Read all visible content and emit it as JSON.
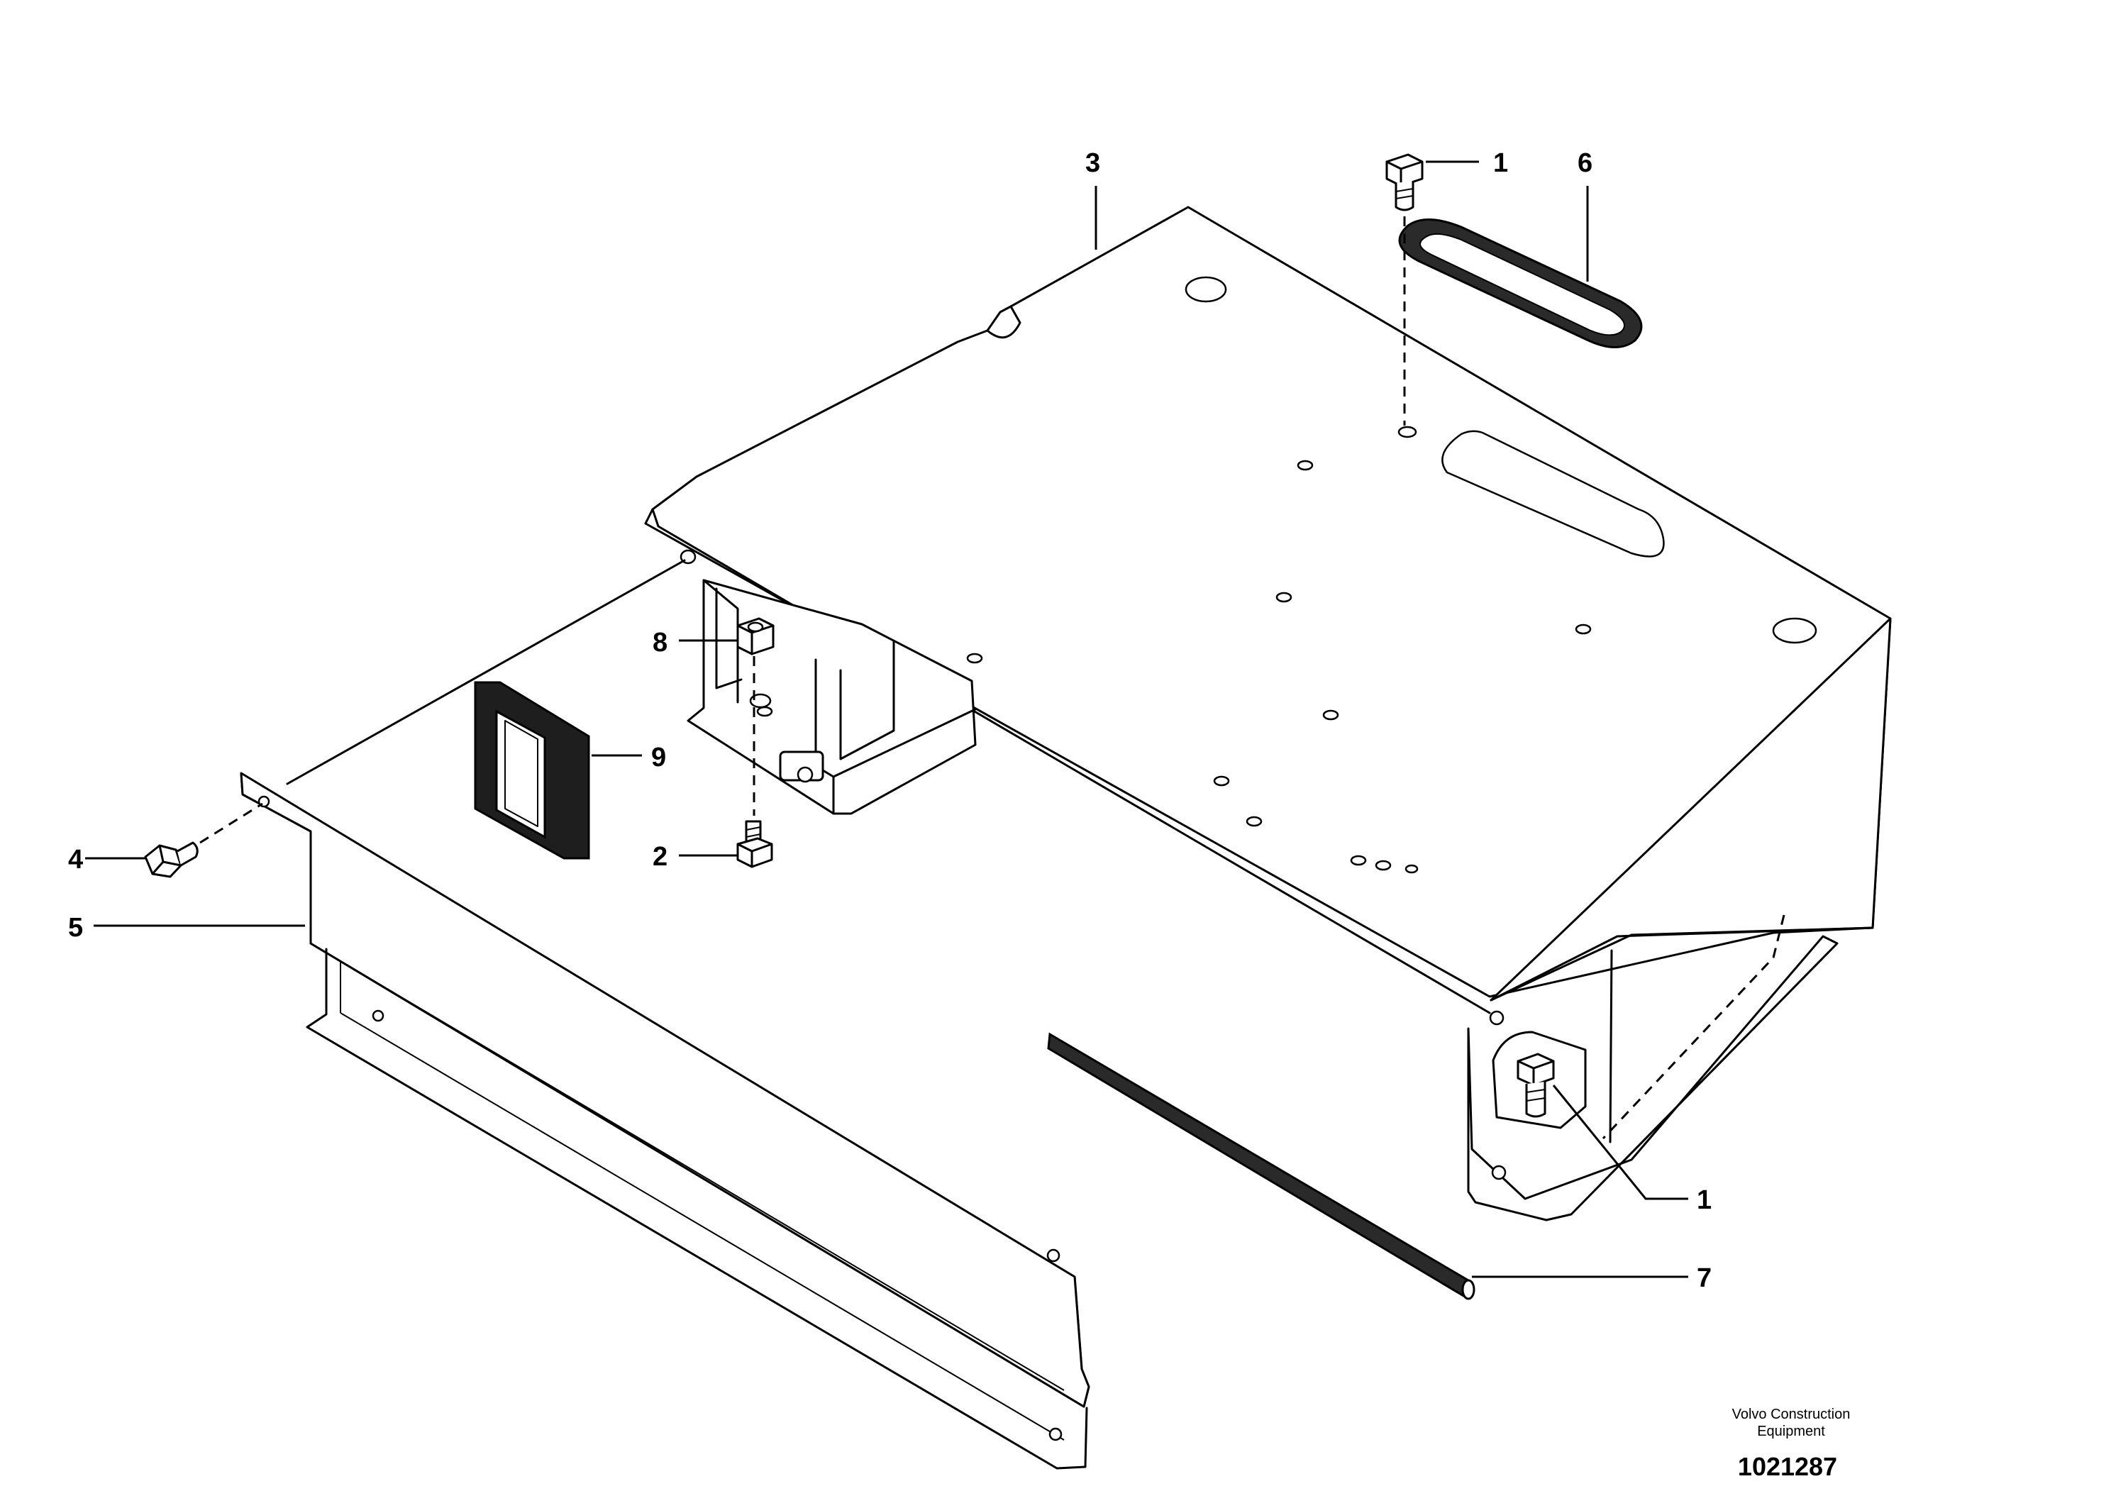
{
  "callouts": [
    {
      "id": "c1a",
      "label": "1"
    },
    {
      "id": "c6",
      "label": "6"
    },
    {
      "id": "c3",
      "label": "3"
    },
    {
      "id": "c8",
      "label": "8"
    },
    {
      "id": "c9",
      "label": "9"
    },
    {
      "id": "c2",
      "label": "2"
    },
    {
      "id": "c4",
      "label": "4"
    },
    {
      "id": "c5",
      "label": "5"
    },
    {
      "id": "c1b",
      "label": "1"
    },
    {
      "id": "c7",
      "label": "7"
    }
  ],
  "footer": {
    "brand_line1": "Volvo Construction",
    "brand_line2": "Equipment",
    "doc_number": "1021287"
  }
}
